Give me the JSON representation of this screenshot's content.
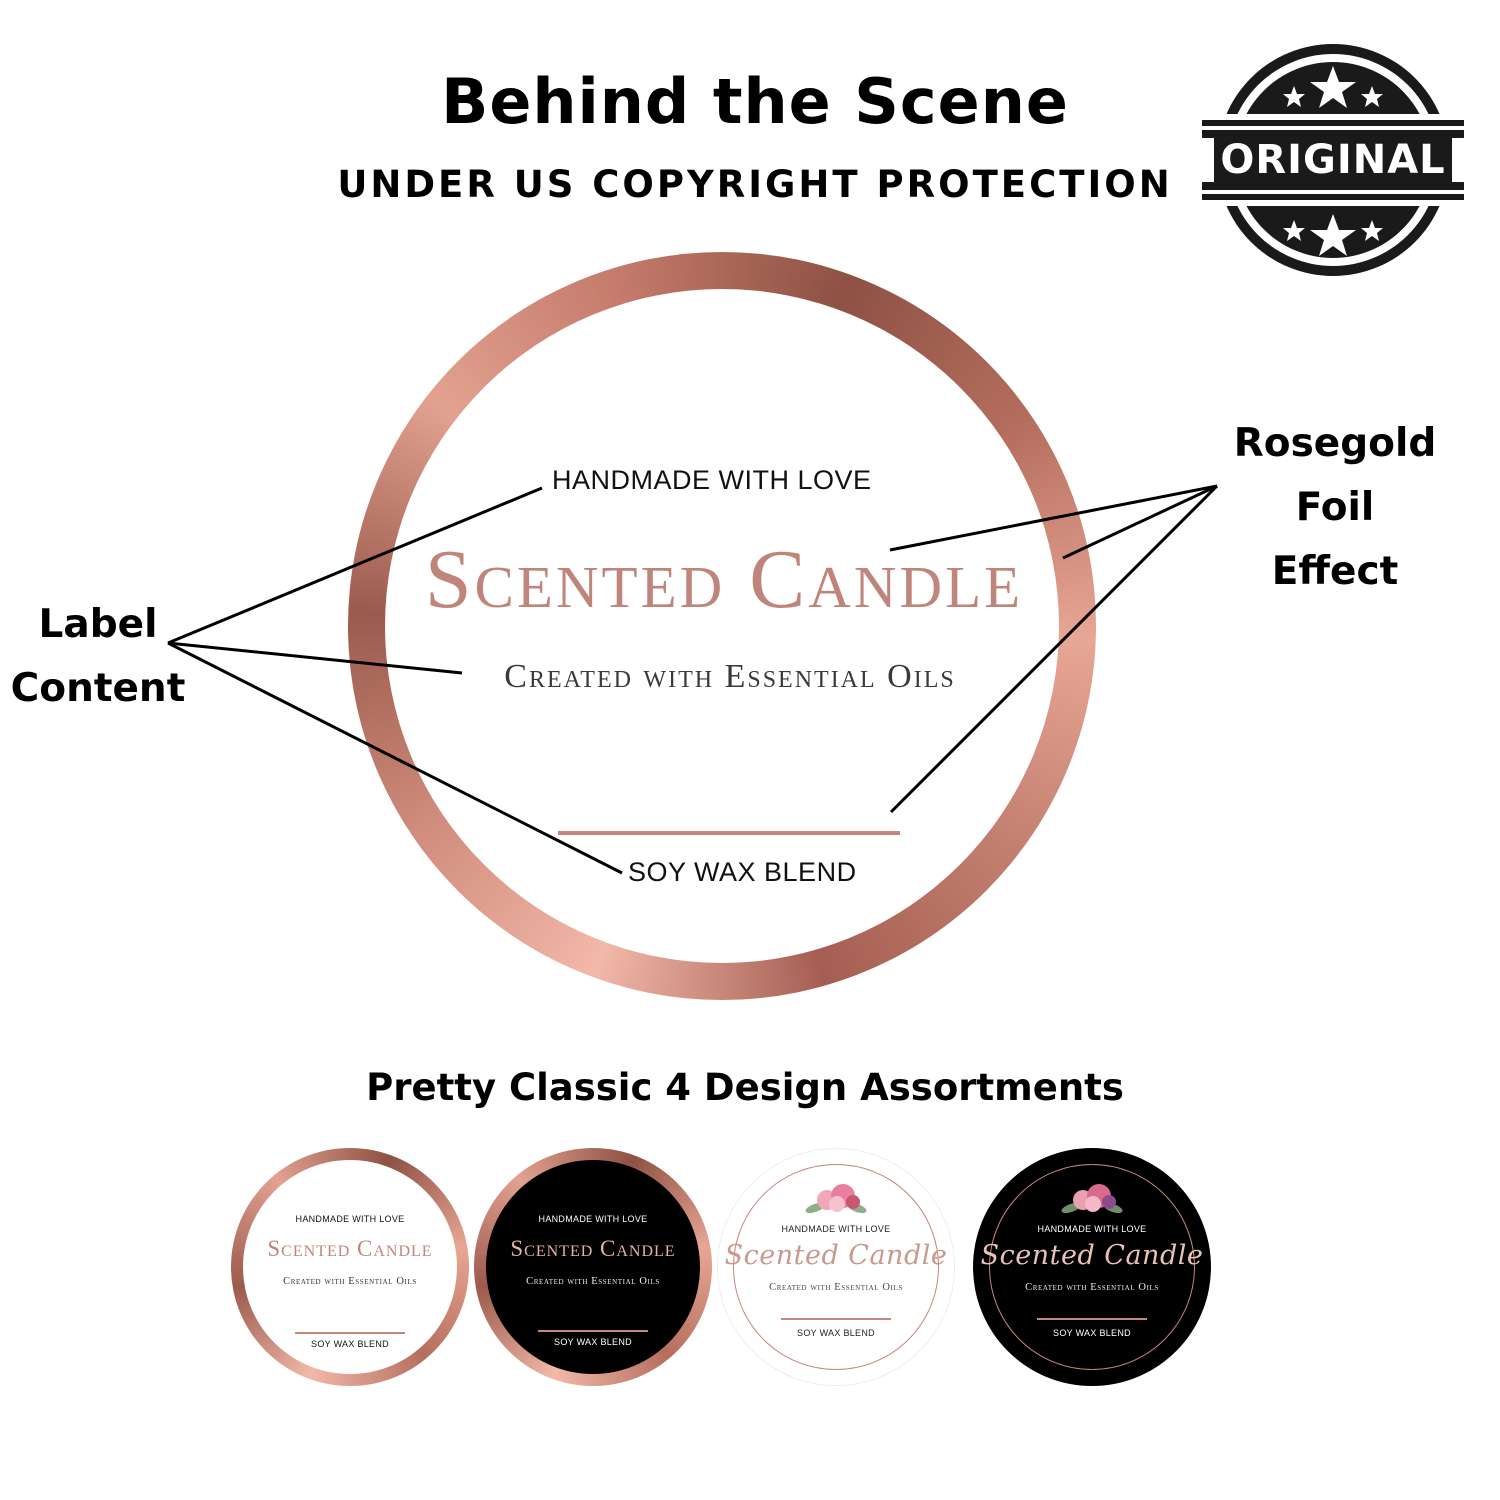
{
  "header": {
    "title": "Behind the Scene",
    "subtitle": "UNDER US COPYRIGHT PROTECTION"
  },
  "badge": {
    "text": "ORIGINAL",
    "icon": "star-seal-icon",
    "color": "#1a1a1a"
  },
  "main_label": {
    "top_line": "HANDMADE WITH LOVE",
    "name": "Scented Candle",
    "tagline": "Created with Essential Oils",
    "bottom_line": "SOY WAX BLEND",
    "foil_color": "#c0857a"
  },
  "callouts": {
    "left_line1": "Label",
    "left_line2": "Content",
    "right_line1": "Rosegold Foil",
    "right_line2": "Effect"
  },
  "assortment": {
    "title": "Pretty Classic 4 Design Assortments",
    "designs": [
      {
        "top": "HANDMADE WITH LOVE",
        "name": "Scented Candle",
        "tagline": "Created with Essential Oils",
        "bottom": "SOY WAX BLEND",
        "style": "rosegold-white"
      },
      {
        "top": "HANDMADE WITH LOVE",
        "name": "Scented Candle",
        "tagline": "Created with Essential Oils",
        "bottom": "SOY WAX BLEND",
        "style": "rosegold-black"
      },
      {
        "top": "HANDMADE WITH LOVE",
        "name": "Scented Candle",
        "tagline": "Created with Essential Oils",
        "bottom": "SOY WAX BLEND",
        "style": "floral-white"
      },
      {
        "top": "HANDMADE WITH LOVE",
        "name": "Scented Candle",
        "tagline": "Created with Essential Oils",
        "bottom": "SOY WAX BLEND",
        "style": "floral-black"
      }
    ]
  }
}
